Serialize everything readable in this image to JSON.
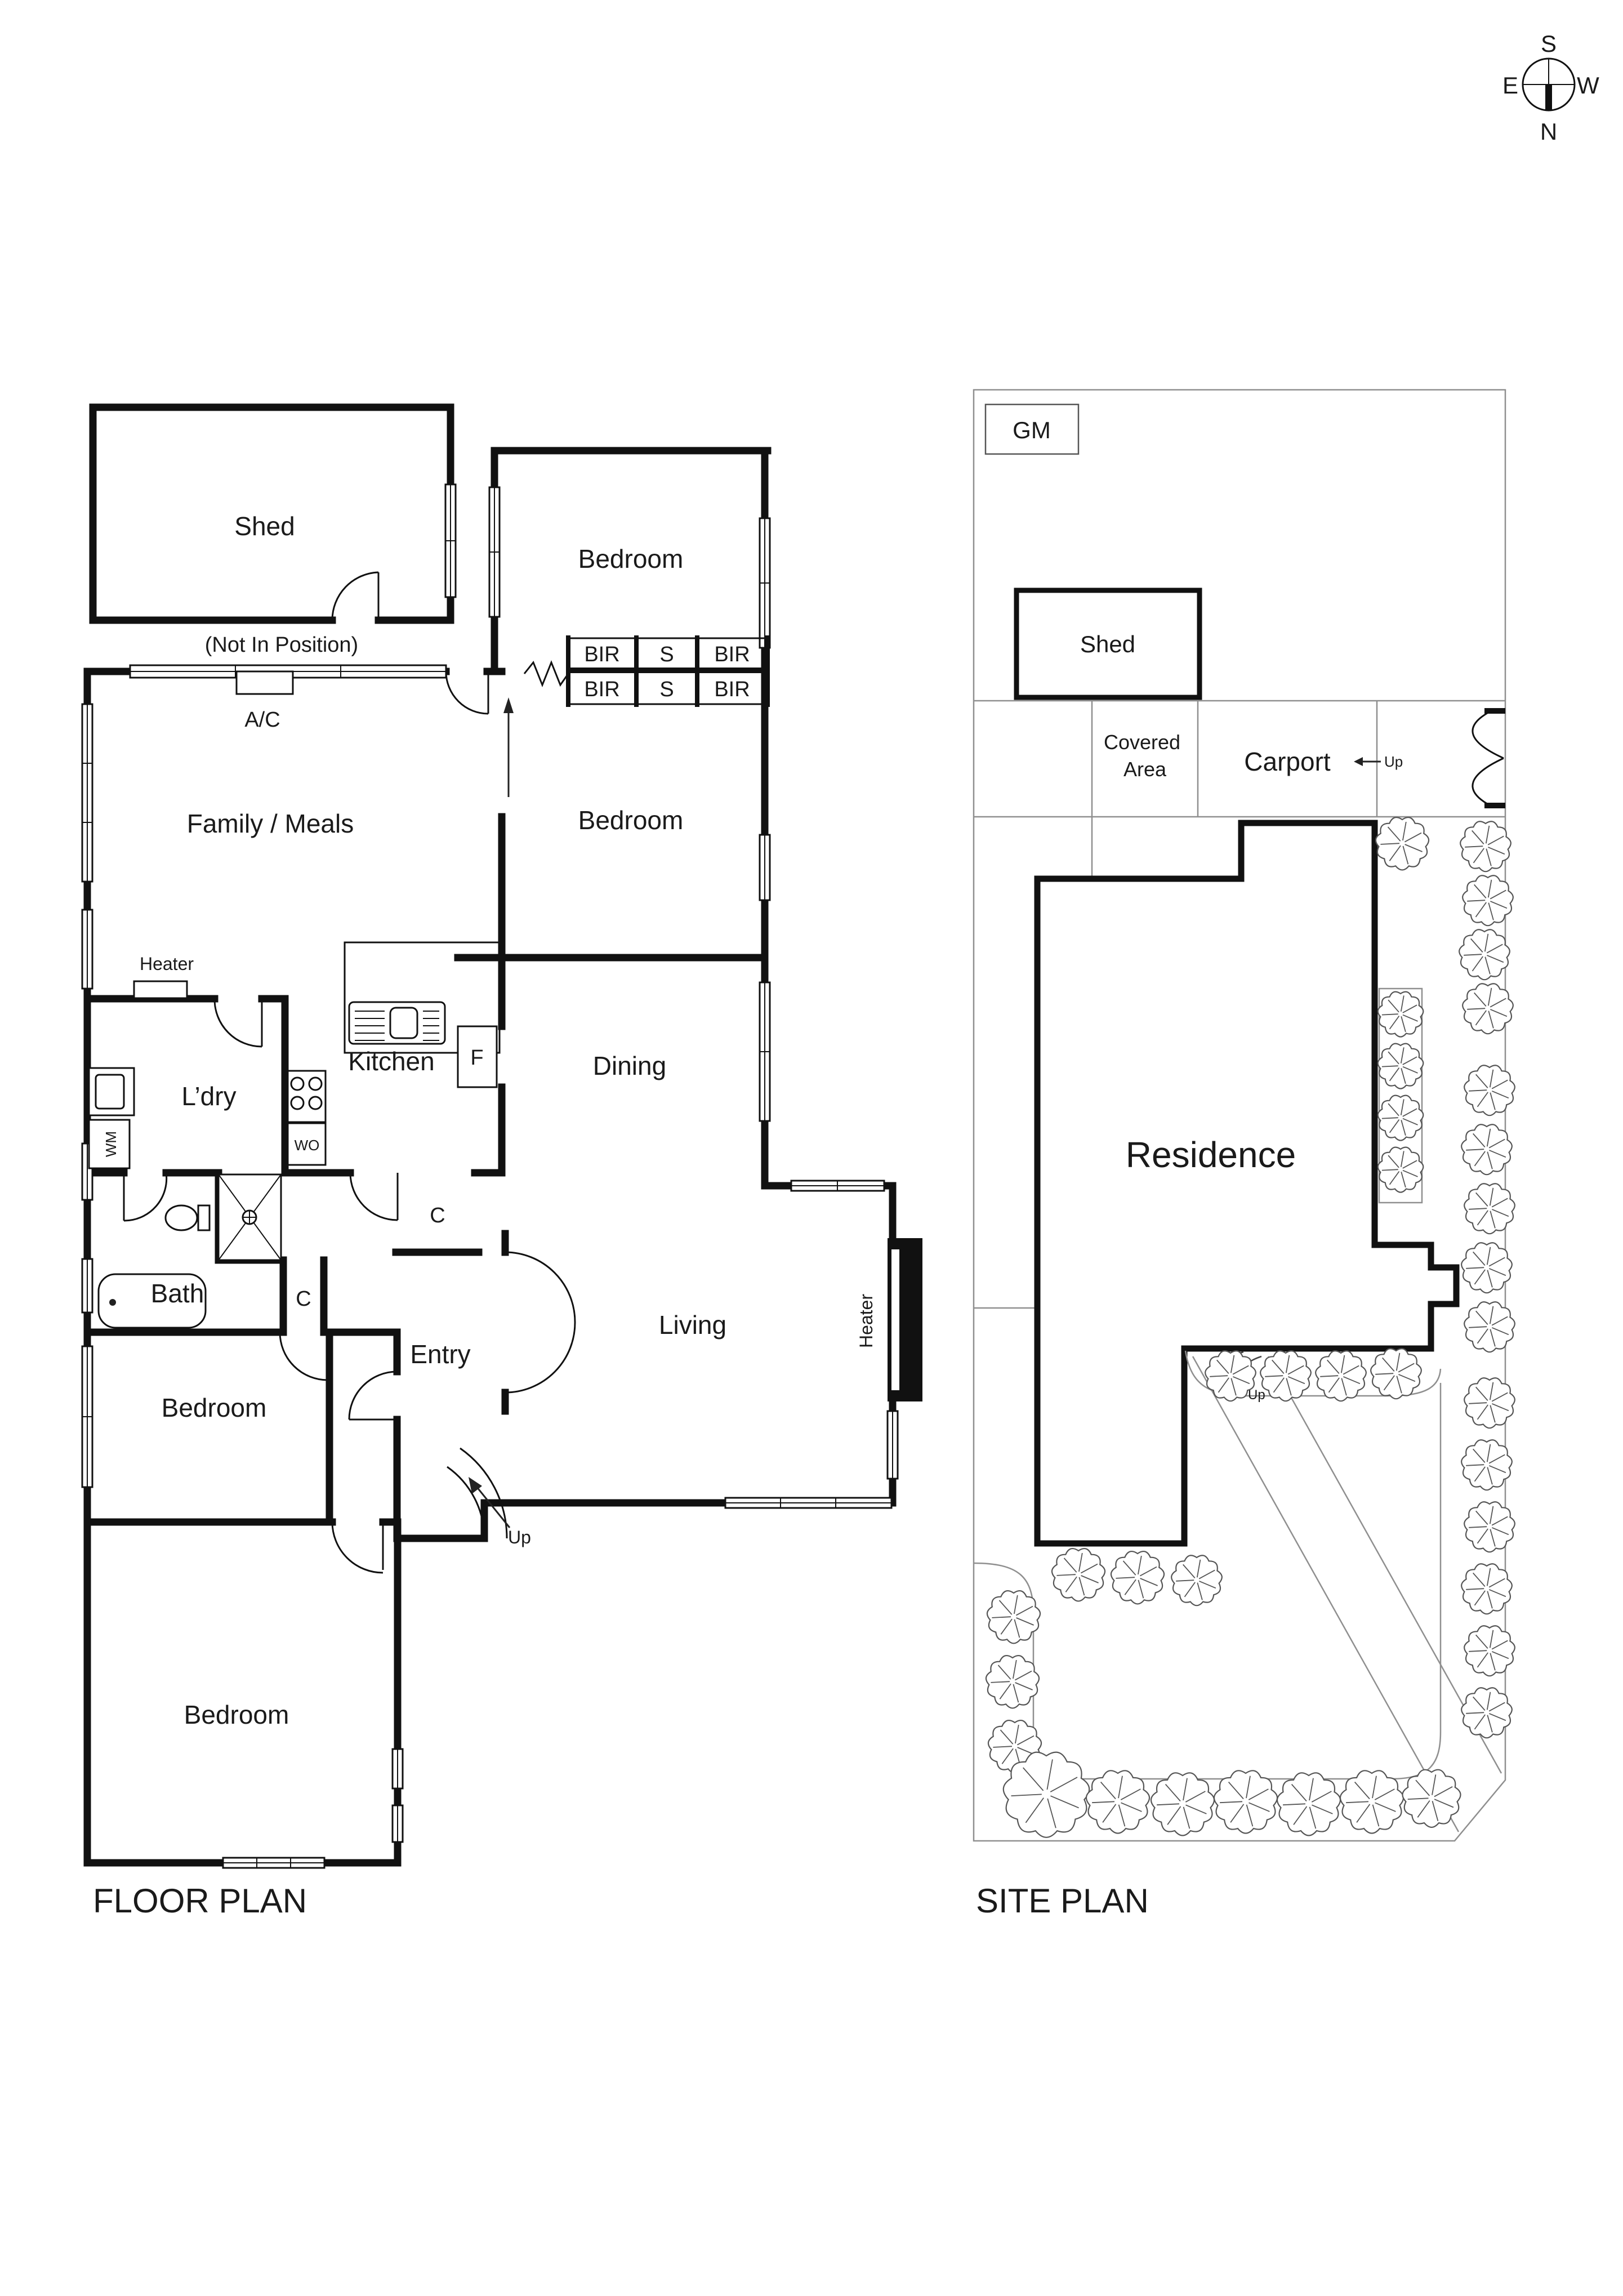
{
  "compass": {
    "n": "N",
    "s": "S",
    "e": "E",
    "w": "W"
  },
  "floor_plan": {
    "title": "FLOOR PLAN",
    "labels": {
      "shed": "Shed",
      "not_in_position": "(Not In Position)",
      "ac": "A/C",
      "family_meals": "Family / Meals",
      "bedroom_top": "Bedroom",
      "bedroom_mid_right": "Bedroom",
      "bedroom_mid_left": "Bedroom",
      "bedroom_bottom": "Bedroom",
      "dining": "Dining",
      "living": "Living",
      "kitchen": "Kitchen",
      "laundry": "L’dry",
      "bath": "Bath",
      "entry": "Entry",
      "heater_left": "Heater",
      "heater_right": "Heater",
      "fridge": "F",
      "wall_oven": "WO",
      "washing_machine": "WM",
      "cupboard_1": "C",
      "cupboard_2": "C",
      "bir_1": "BIR",
      "s_1": "S",
      "bir_2": "BIR",
      "bir_3": "BIR",
      "s_2": "S",
      "bir_4": "BIR",
      "up": "Up"
    }
  },
  "site_plan": {
    "title": "SITE PLAN",
    "labels": {
      "gm": "GM",
      "shed": "Shed",
      "covered_1": "Covered",
      "covered_2": "Area",
      "carport": "Carport",
      "residence": "Residence",
      "up_carport": "Up",
      "up_path": "Up"
    },
    "trees": [
      [
        2490,
        1497,
        42
      ],
      [
        2638,
        1502,
        40
      ],
      [
        2642,
        1598,
        40
      ],
      [
        2636,
        1694,
        40
      ],
      [
        2642,
        1790,
        40
      ],
      [
        2487,
        1800,
        36
      ],
      [
        2487,
        1892,
        36
      ],
      [
        2487,
        1984,
        36
      ],
      [
        2487,
        2076,
        36
      ],
      [
        2645,
        1935,
        40
      ],
      [
        2640,
        2040,
        40
      ],
      [
        2645,
        2145,
        40
      ],
      [
        2640,
        2250,
        40
      ],
      [
        2645,
        2355,
        40
      ],
      [
        2185,
        2442,
        40
      ],
      [
        2283,
        2442,
        40
      ],
      [
        2381,
        2442,
        40
      ],
      [
        2479,
        2438,
        40
      ],
      [
        1915,
        2795,
        42
      ],
      [
        2020,
        2800,
        42
      ],
      [
        2125,
        2805,
        40
      ],
      [
        1800,
        2870,
        42
      ],
      [
        1798,
        2985,
        42
      ],
      [
        1802,
        3100,
        42
      ],
      [
        1858,
        3185,
        68
      ],
      [
        1985,
        3198,
        50
      ],
      [
        2100,
        3202,
        50
      ],
      [
        2212,
        3198,
        50
      ],
      [
        2324,
        3202,
        50
      ],
      [
        2436,
        3198,
        50
      ],
      [
        2542,
        3192,
        46
      ],
      [
        2645,
        2490,
        40
      ],
      [
        2640,
        2600,
        40
      ],
      [
        2645,
        2710,
        40
      ],
      [
        2640,
        2820,
        40
      ],
      [
        2645,
        2930,
        40
      ],
      [
        2640,
        3040,
        40
      ]
    ]
  },
  "colors": {
    "wall": "#111111",
    "site_line": "#8f8f8f",
    "background": "#ffffff"
  }
}
